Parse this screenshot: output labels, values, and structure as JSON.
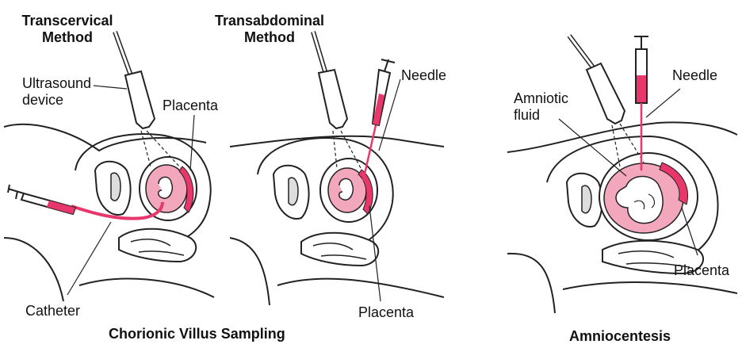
{
  "panels": {
    "transcervical": {
      "title_line1": "Transcervical",
      "title_line2": "Method",
      "ultrasound_line1": "Ultrasound",
      "ultrasound_line2": "device",
      "placenta": "Placenta",
      "catheter": "Catheter"
    },
    "transabdominal": {
      "title_line1": "Transabdominal",
      "title_line2": "Method",
      "needle": "Needle",
      "placenta": "Placenta"
    },
    "amniocentesis": {
      "amniotic_line1": "Amniotic",
      "amniotic_line2": "fluid",
      "needle": "Needle",
      "placenta": "Placenta"
    }
  },
  "captions": {
    "cvs": "Chorionic Villus Sampling",
    "amnio": "Amniocentesis"
  },
  "colors": {
    "placenta": "#e8376a",
    "sac": "#f3a7bd",
    "outline": "#222222",
    "probe_fill": "#ffffff"
  }
}
